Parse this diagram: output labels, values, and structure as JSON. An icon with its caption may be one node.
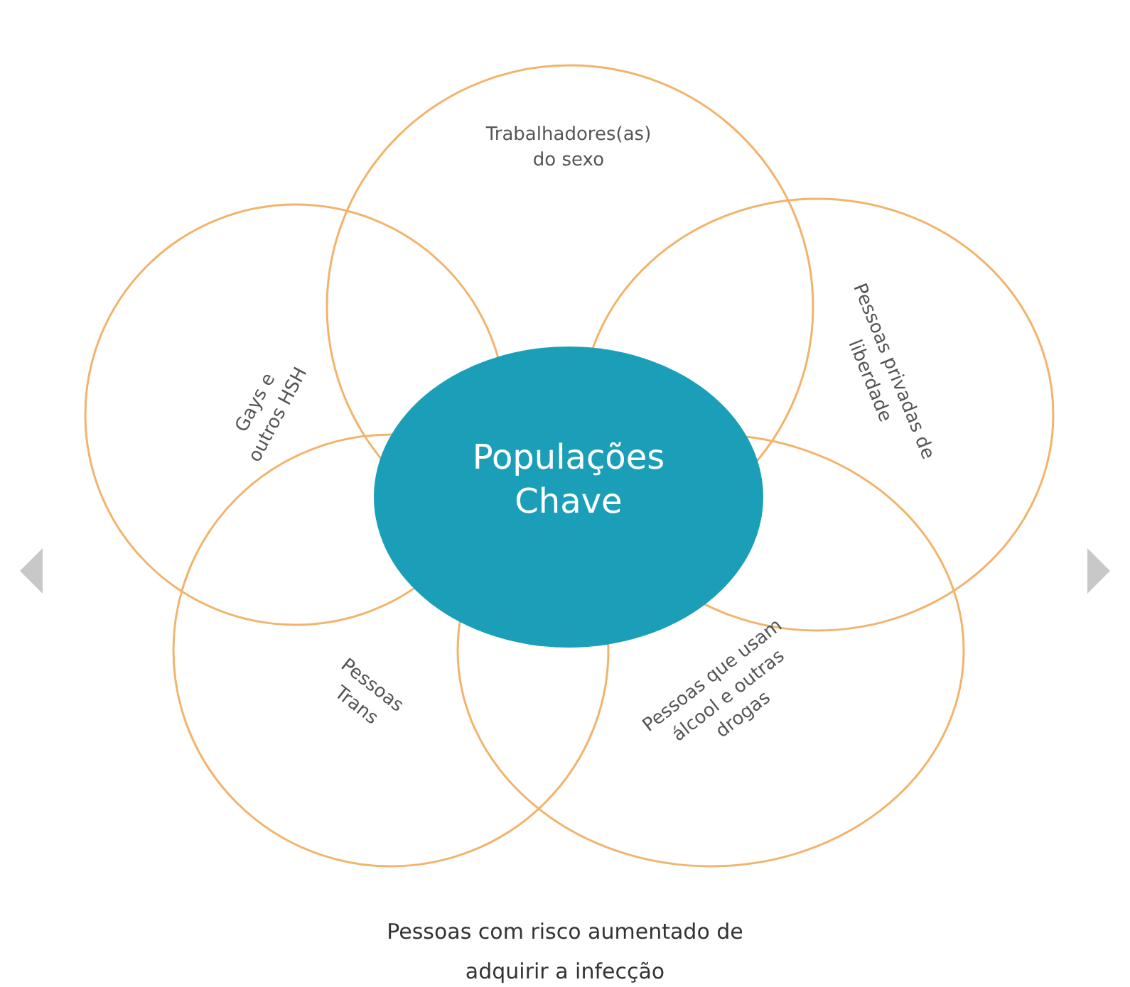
{
  "diagram": {
    "caption": "Pessoas com risco aumentado de adquirir a infecção",
    "nodes": [
      {
        "text": [
          "Trabalhadores(as) do sexo"
        ]
      },
      {
        "text": [
          "Gays e outros HSH"
        ]
      },
      {
        "text": [
          "Pessoas privadas de liberdade"
        ]
      },
      {
        "text": [
          "Populações Chave"
        ]
      },
      {
        "text": [
          "Pessoas Trans"
        ]
      },
      {
        "text": [
          "Pessoas que usam álcool e outras drogas"
        ]
      }
    ]
  }
}
